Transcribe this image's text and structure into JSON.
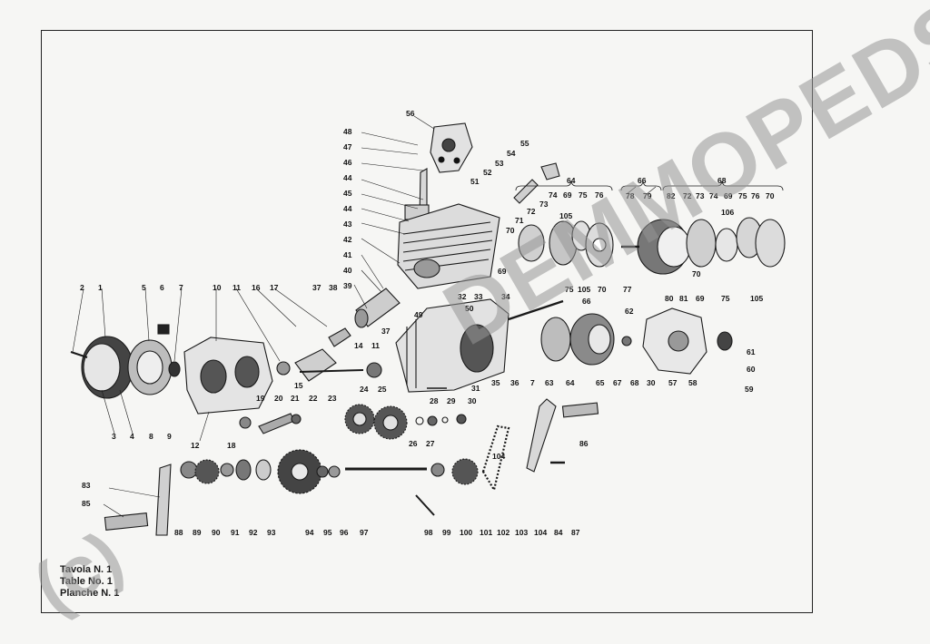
{
  "watermark": {
    "main": "DEMMOPEDS.DE",
    "copyright": "(c)"
  },
  "caption": {
    "it": "Tavola N. 1",
    "en": "Table No. 1",
    "fr": "Planche N. 1"
  },
  "colors": {
    "ink": "#1a1a1a",
    "paper": "#f6f6f4",
    "watermark": "#969696"
  },
  "groups": [
    {
      "id": "g64",
      "label": "64"
    },
    {
      "id": "g66",
      "label": "66"
    },
    {
      "id": "g68",
      "label": "68"
    }
  ],
  "callouts": [
    {
      "id": "c56",
      "label": "56"
    },
    {
      "id": "c48",
      "label": "48"
    },
    {
      "id": "c47",
      "label": "47"
    },
    {
      "id": "c46",
      "label": "46"
    },
    {
      "id": "c44a",
      "label": "44"
    },
    {
      "id": "c45",
      "label": "45"
    },
    {
      "id": "c44b",
      "label": "44"
    },
    {
      "id": "c43",
      "label": "43"
    },
    {
      "id": "c42",
      "label": "42"
    },
    {
      "id": "c41",
      "label": "41"
    },
    {
      "id": "c40",
      "label": "40"
    },
    {
      "id": "c39",
      "label": "39"
    },
    {
      "id": "c37a",
      "label": "37"
    },
    {
      "id": "c38",
      "label": "38"
    },
    {
      "id": "c49",
      "label": "49"
    },
    {
      "id": "c37b",
      "label": "37"
    },
    {
      "id": "c51",
      "label": "51"
    },
    {
      "id": "c53",
      "label": "53"
    },
    {
      "id": "c52",
      "label": "52"
    },
    {
      "id": "c54",
      "label": "54"
    },
    {
      "id": "c55",
      "label": "55"
    },
    {
      "id": "c50",
      "label": "50"
    },
    {
      "id": "c32",
      "label": "32"
    },
    {
      "id": "c33",
      "label": "33"
    },
    {
      "id": "c34",
      "label": "34"
    },
    {
      "id": "c74a",
      "label": "74"
    },
    {
      "id": "c69a",
      "label": "69"
    },
    {
      "id": "c75a",
      "label": "75"
    },
    {
      "id": "c76a",
      "label": "76"
    },
    {
      "id": "c73a",
      "label": "73"
    },
    {
      "id": "c105a",
      "label": "105"
    },
    {
      "id": "c72a",
      "label": "72"
    },
    {
      "id": "c71",
      "label": "71"
    },
    {
      "id": "c70a",
      "label": "70"
    },
    {
      "id": "c69b",
      "label": "69"
    },
    {
      "id": "c75b",
      "label": "75"
    },
    {
      "id": "c105b",
      "label": "105"
    },
    {
      "id": "c70b",
      "label": "70"
    },
    {
      "id": "c78",
      "label": "78"
    },
    {
      "id": "c79",
      "label": "79"
    },
    {
      "id": "c77",
      "label": "77"
    },
    {
      "id": "c82",
      "label": "82"
    },
    {
      "id": "c72b",
      "label": "72"
    },
    {
      "id": "c73b",
      "label": "73"
    },
    {
      "id": "c74b",
      "label": "74"
    },
    {
      "id": "c69c",
      "label": "69"
    },
    {
      "id": "c75c",
      "label": "75"
    },
    {
      "id": "c76b",
      "label": "76"
    },
    {
      "id": "c70c",
      "label": "70"
    },
    {
      "id": "c106",
      "label": "106"
    },
    {
      "id": "c70d",
      "label": "70"
    },
    {
      "id": "c80",
      "label": "80"
    },
    {
      "id": "c81",
      "label": "81"
    },
    {
      "id": "c69d",
      "label": "69"
    },
    {
      "id": "c75d",
      "label": "75"
    },
    {
      "id": "c105c",
      "label": "105"
    },
    {
      "id": "c2",
      "label": "2"
    },
    {
      "id": "c1",
      "label": "1"
    },
    {
      "id": "c5",
      "label": "5"
    },
    {
      "id": "c6",
      "label": "6"
    },
    {
      "id": "c7a",
      "label": "7"
    },
    {
      "id": "c10",
      "label": "10"
    },
    {
      "id": "c11a",
      "label": "11"
    },
    {
      "id": "c16",
      "label": "16"
    },
    {
      "id": "c17",
      "label": "17"
    },
    {
      "id": "c14",
      "label": "14"
    },
    {
      "id": "c11b",
      "label": "11"
    },
    {
      "id": "c15",
      "label": "15"
    },
    {
      "id": "c3",
      "label": "3"
    },
    {
      "id": "c4",
      "label": "4"
    },
    {
      "id": "c8",
      "label": "8"
    },
    {
      "id": "c9",
      "label": "9"
    },
    {
      "id": "c12",
      "label": "12"
    },
    {
      "id": "c19",
      "label": "19"
    },
    {
      "id": "c20",
      "label": "20"
    },
    {
      "id": "c21",
      "label": "21"
    },
    {
      "id": "c22",
      "label": "22"
    },
    {
      "id": "c23",
      "label": "23"
    },
    {
      "id": "c18",
      "label": "18"
    },
    {
      "id": "c24",
      "label": "24"
    },
    {
      "id": "c25",
      "label": "25"
    },
    {
      "id": "c35",
      "label": "35"
    },
    {
      "id": "c36",
      "label": "36"
    },
    {
      "id": "c7b",
      "label": "7"
    },
    {
      "id": "c63",
      "label": "63"
    },
    {
      "id": "c64b",
      "label": "64"
    },
    {
      "id": "c66b",
      "label": "66"
    },
    {
      "id": "c65",
      "label": "65"
    },
    {
      "id": "c67",
      "label": "67"
    },
    {
      "id": "c68",
      "label": "68"
    },
    {
      "id": "c30a",
      "label": "30"
    },
    {
      "id": "c62",
      "label": "62"
    },
    {
      "id": "c57",
      "label": "57"
    },
    {
      "id": "c58",
      "label": "58"
    },
    {
      "id": "c59",
      "label": "59"
    },
    {
      "id": "c60",
      "label": "60"
    },
    {
      "id": "c61",
      "label": "61"
    },
    {
      "id": "c31",
      "label": "31"
    },
    {
      "id": "c28",
      "label": "28"
    },
    {
      "id": "c29",
      "label": "29"
    },
    {
      "id": "c30b",
      "label": "30"
    },
    {
      "id": "c26",
      "label": "26"
    },
    {
      "id": "c27",
      "label": "27"
    },
    {
      "id": "c86",
      "label": "86"
    },
    {
      "id": "c104a",
      "label": "104"
    },
    {
      "id": "c83",
      "label": "83"
    },
    {
      "id": "c85",
      "label": "85"
    },
    {
      "id": "c88",
      "label": "88"
    },
    {
      "id": "c89",
      "label": "89"
    },
    {
      "id": "c90",
      "label": "90"
    },
    {
      "id": "c91",
      "label": "91"
    },
    {
      "id": "c92",
      "label": "92"
    },
    {
      "id": "c93",
      "label": "93"
    },
    {
      "id": "c94",
      "label": "94"
    },
    {
      "id": "c95",
      "label": "95"
    },
    {
      "id": "c96",
      "label": "96"
    },
    {
      "id": "c97",
      "label": "97"
    },
    {
      "id": "c98",
      "label": "98"
    },
    {
      "id": "c99",
      "label": "99"
    },
    {
      "id": "c100",
      "label": "100"
    },
    {
      "id": "c101",
      "label": "101"
    },
    {
      "id": "c102",
      "label": "102"
    },
    {
      "id": "c103",
      "label": "103"
    },
    {
      "id": "c104b",
      "label": "104"
    },
    {
      "id": "c84",
      "label": "84"
    },
    {
      "id": "c87",
      "label": "87"
    }
  ]
}
